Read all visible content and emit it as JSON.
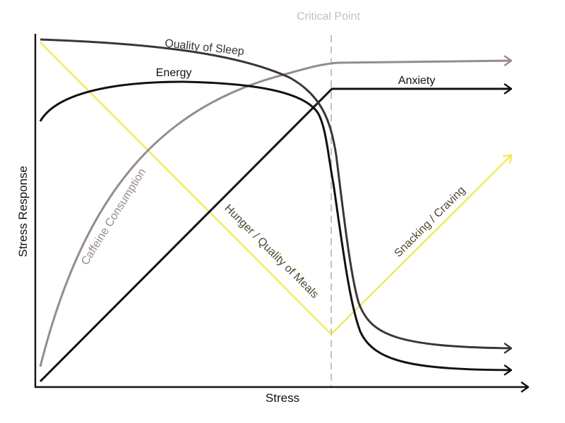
{
  "diagram": {
    "labels": {
      "critical_point": "Critical Point",
      "quality_of_sleep": "Quality of Sleep",
      "energy": "Energy",
      "anxiety": "Anxiety",
      "caffeine_consumption": "Caffeine Consumption",
      "hunger_quality_of_meals": "Hunger / Quality of Meals",
      "snacking_craving": "Snacking / Craving",
      "x_axis": "Stress",
      "y_axis": "Stress Response"
    },
    "colors": {
      "quality_of_sleep": "#3b3538",
      "energy": "#111111",
      "anxiety": "#111111",
      "caffeine_consumption": "#968a91",
      "hunger_quality_of_meals": "#f0e84a",
      "snacking_craving": "#f0e84a",
      "critical_point": "#c2c2c2",
      "axis": "#111111",
      "hunger_label_text": "#4a4a2a",
      "snacking_label_text": "#4a4a2a"
    }
  }
}
